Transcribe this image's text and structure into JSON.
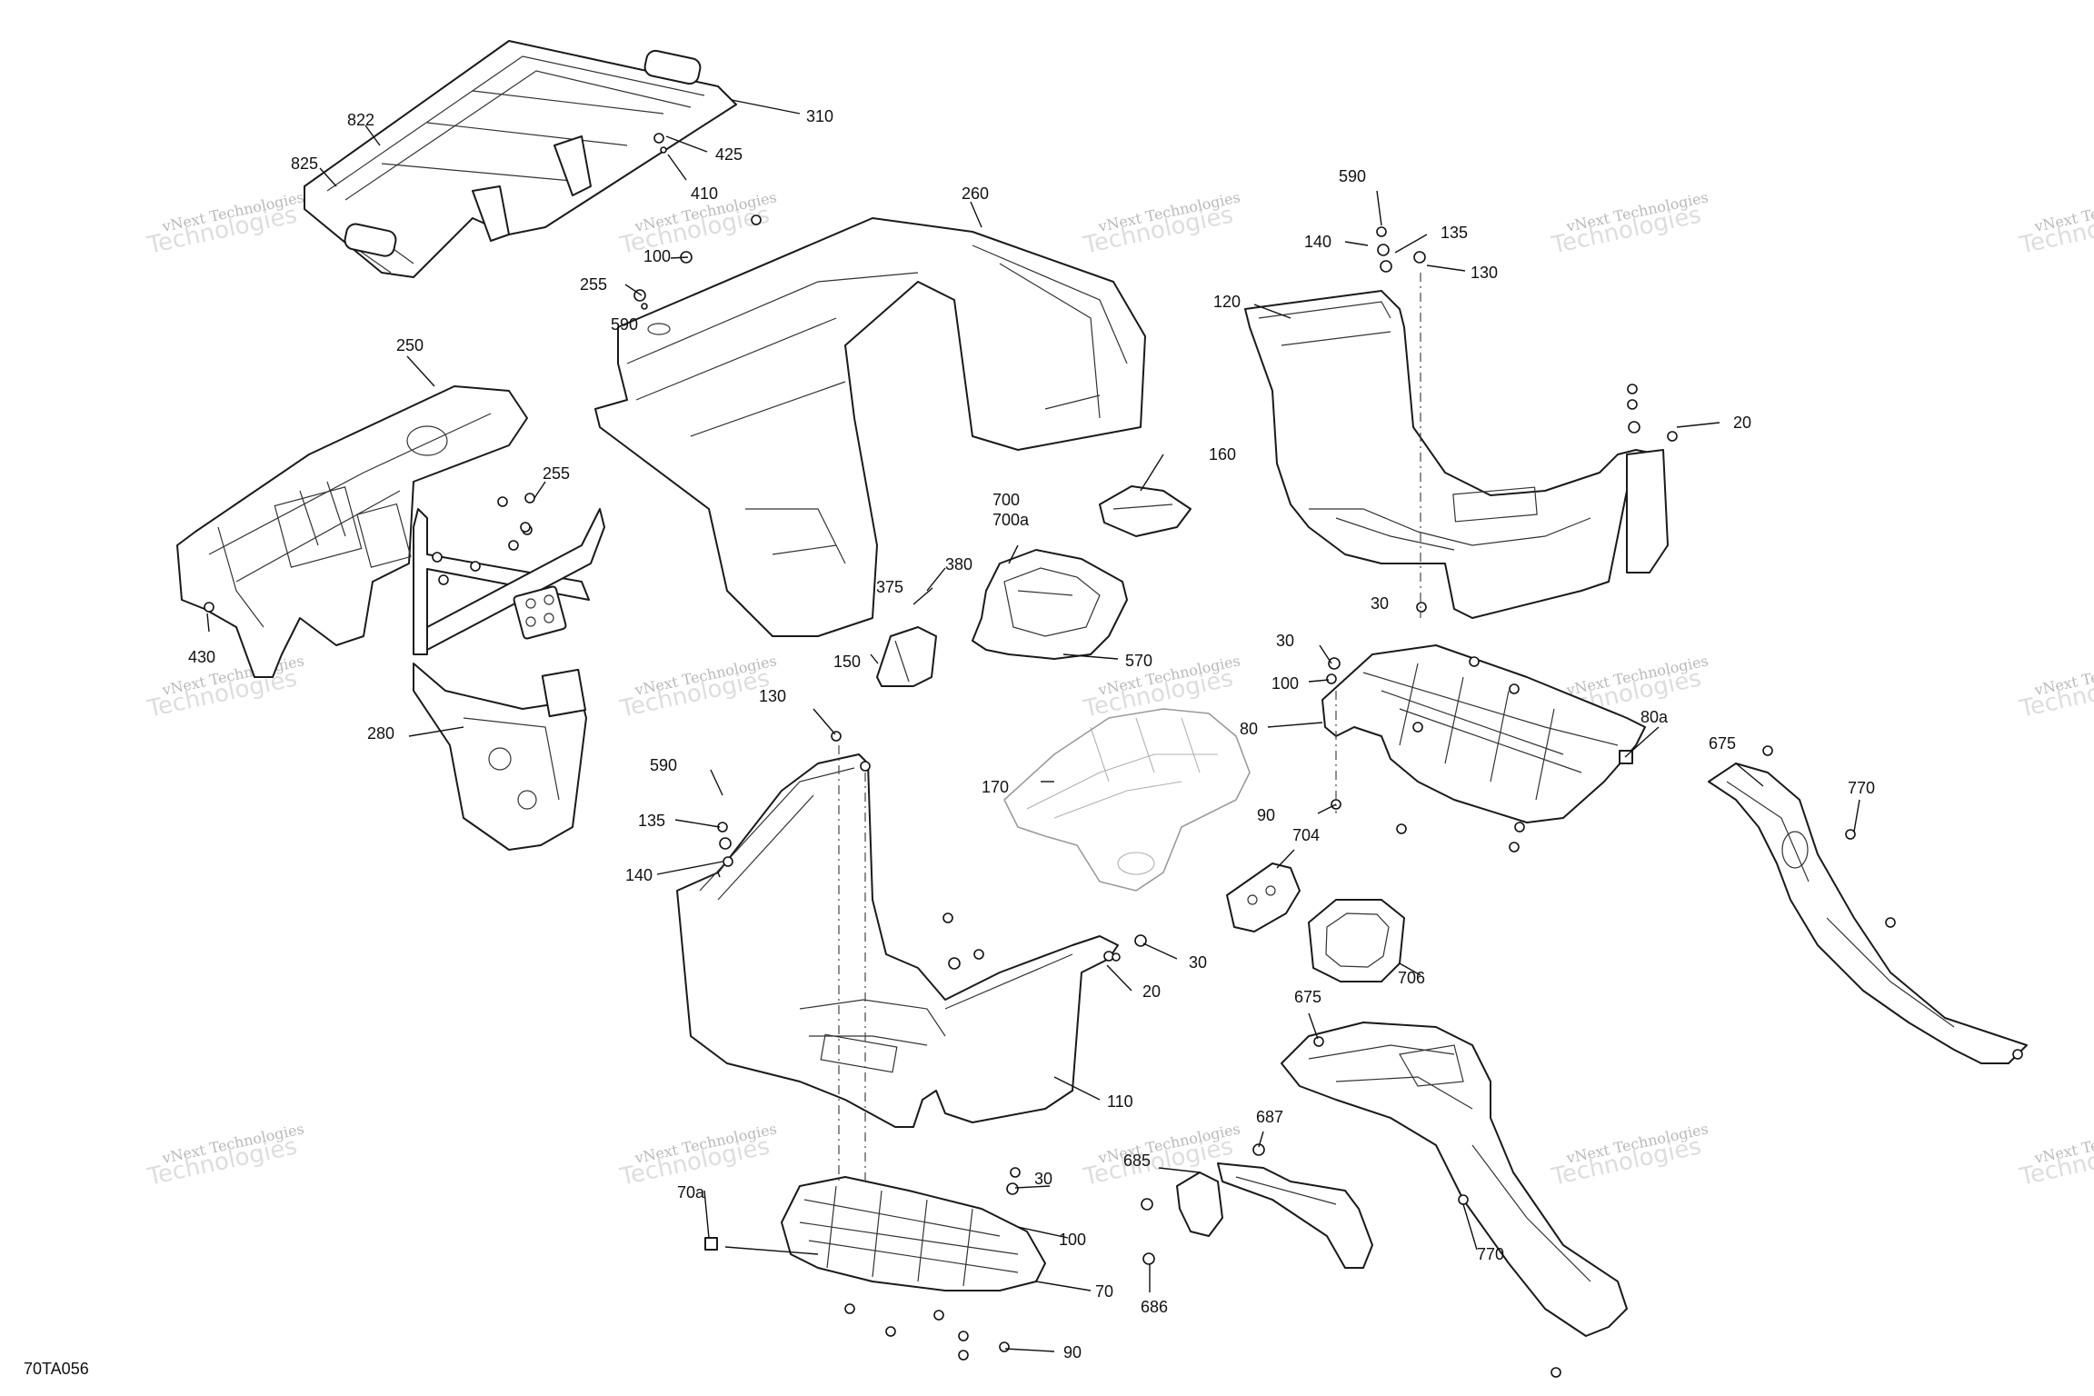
{
  "reference_code": "70TA056",
  "watermark": {
    "line1": "vNext Technologies",
    "line2": "Technologies"
  },
  "callouts": [
    {
      "id": "310",
      "text": "310"
    },
    {
      "id": "822",
      "text": "822"
    },
    {
      "id": "825",
      "text": "825"
    },
    {
      "id": "425",
      "text": "425"
    },
    {
      "id": "410",
      "text": "410"
    },
    {
      "id": "100-a",
      "text": "100"
    },
    {
      "id": "255-a",
      "text": "255"
    },
    {
      "id": "590-a",
      "text": "590"
    },
    {
      "id": "260",
      "text": "260"
    },
    {
      "id": "590-b",
      "text": "590"
    },
    {
      "id": "140-a",
      "text": "140"
    },
    {
      "id": "135-a",
      "text": "135"
    },
    {
      "id": "130-a",
      "text": "130"
    },
    {
      "id": "120",
      "text": "120"
    },
    {
      "id": "20-a",
      "text": "20"
    },
    {
      "id": "250",
      "text": "250"
    },
    {
      "id": "255-b",
      "text": "255"
    },
    {
      "id": "430",
      "text": "430"
    },
    {
      "id": "160",
      "text": "160"
    },
    {
      "id": "700",
      "text": "700"
    },
    {
      "id": "700a",
      "text": "700a"
    },
    {
      "id": "375",
      "text": "375"
    },
    {
      "id": "380",
      "text": "380"
    },
    {
      "id": "150",
      "text": "150"
    },
    {
      "id": "570",
      "text": "570"
    },
    {
      "id": "30-a",
      "text": "30"
    },
    {
      "id": "30-b",
      "text": "30"
    },
    {
      "id": "100-b",
      "text": "100"
    },
    {
      "id": "80",
      "text": "80"
    },
    {
      "id": "80a",
      "text": "80a"
    },
    {
      "id": "90-a",
      "text": "90"
    },
    {
      "id": "280",
      "text": "280"
    },
    {
      "id": "130-b",
      "text": "130"
    },
    {
      "id": "590-c",
      "text": "590"
    },
    {
      "id": "135-b",
      "text": "135"
    },
    {
      "id": "140-b",
      "text": "140"
    },
    {
      "id": "170",
      "text": "170"
    },
    {
      "id": "675-a",
      "text": "675"
    },
    {
      "id": "770-a",
      "text": "770"
    },
    {
      "id": "704",
      "text": "704"
    },
    {
      "id": "706",
      "text": "706"
    },
    {
      "id": "30-c",
      "text": "30"
    },
    {
      "id": "20-b",
      "text": "20"
    },
    {
      "id": "675-b",
      "text": "675"
    },
    {
      "id": "110",
      "text": "110"
    },
    {
      "id": "687",
      "text": "687"
    },
    {
      "id": "685",
      "text": "685"
    },
    {
      "id": "70a",
      "text": "70a"
    },
    {
      "id": "30-d",
      "text": "30"
    },
    {
      "id": "100-c",
      "text": "100"
    },
    {
      "id": "70",
      "text": "70"
    },
    {
      "id": "770-b",
      "text": "770"
    },
    {
      "id": "686",
      "text": "686"
    },
    {
      "id": "90-b",
      "text": "90"
    }
  ]
}
